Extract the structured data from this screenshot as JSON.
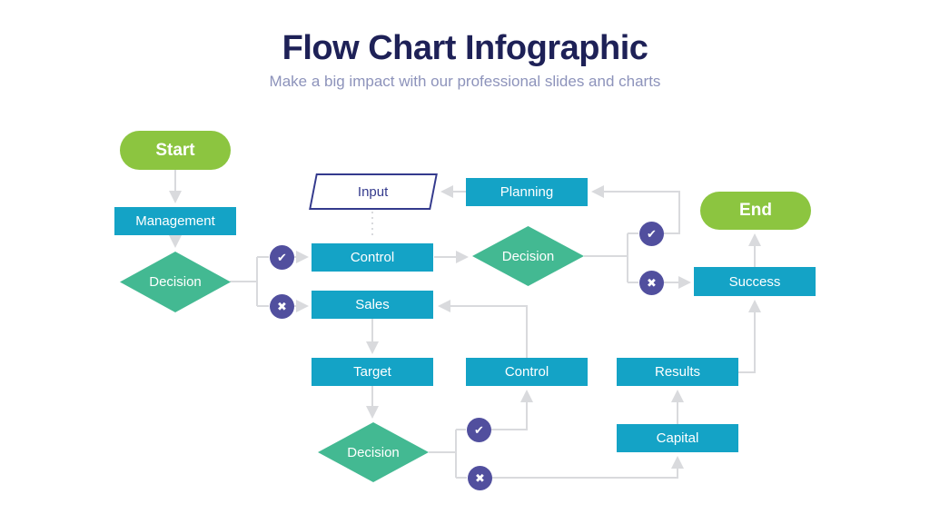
{
  "header": {
    "title": "Flow Chart Infographic",
    "subtitle": "Make a big impact with our professional slides and charts"
  },
  "colors": {
    "titleInk": "#1e2157",
    "subtitleInk": "#8d93bb",
    "pillGreen": "#8cc540",
    "boxTeal": "#14a3c6",
    "diamondGreen": "#43b992",
    "iconPurple": "#514f9e",
    "inputInk": "#343a8d",
    "connector": "#d9dadd"
  },
  "nodes": {
    "start": {
      "label": "Start",
      "type": "terminator"
    },
    "management": {
      "label": "Management",
      "type": "process"
    },
    "decision1": {
      "label": "Decision",
      "type": "decision"
    },
    "input": {
      "label": "Input",
      "type": "data"
    },
    "control1": {
      "label": "Control",
      "type": "process"
    },
    "sales": {
      "label": "Sales",
      "type": "process"
    },
    "planning": {
      "label": "Planning",
      "type": "process"
    },
    "decision2": {
      "label": "Decision",
      "type": "decision"
    },
    "target": {
      "label": "Target",
      "type": "process"
    },
    "control2": {
      "label": "Control",
      "type": "process"
    },
    "decision3": {
      "label": "Decision",
      "type": "decision"
    },
    "results": {
      "label": "Results",
      "type": "process"
    },
    "capital": {
      "label": "Capital",
      "type": "process"
    },
    "success": {
      "label": "Success",
      "type": "process"
    },
    "end": {
      "label": "End",
      "type": "terminator"
    }
  },
  "icons": {
    "check": "✔",
    "cross": "✖"
  }
}
